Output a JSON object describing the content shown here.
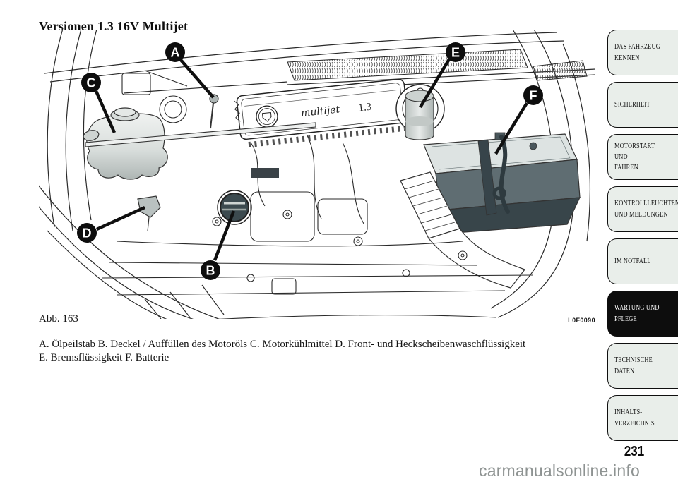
{
  "title": "Versionen 1.3 16V Multijet",
  "figure": {
    "caption": "Abb. 163",
    "code": "L0F0090",
    "legend": "A. Ölpeilstab B. Deckel / Auffüllen des Motoröls C. Motorkühlmittel D. Front- und Heckscheibenwaschflüssigkeit\nE. Bremsflüssigkeit F. Batterie",
    "engine_cover": {
      "script": "multijet",
      "displacement": "1.3"
    },
    "icons": {
      "lancia_badge": "circular Lancia shield emblem on engine cover",
      "callout_marker": "black disc with white capital letter"
    },
    "callouts": [
      {
        "letter": "A",
        "label": "Ölpeilstab"
      },
      {
        "letter": "B",
        "label": "Deckel / Auffüllen des Motoröls"
      },
      {
        "letter": "C",
        "label": "Motorkühlmittel"
      },
      {
        "letter": "D",
        "label": "Front- und Heckscheibenwaschflüssigkeit"
      },
      {
        "letter": "E",
        "label": "Bremsflüssigkeit"
      },
      {
        "letter": "F",
        "label": "Batterie"
      }
    ]
  },
  "sidebar": {
    "tabs": [
      {
        "label": "DAS FAHRZEUG\nKENNEN",
        "active": false
      },
      {
        "label": "SICHERHEIT",
        "active": false
      },
      {
        "label": "MOTORSTART UND\nFAHREN",
        "active": false
      },
      {
        "label": "KONTROLLLEUCHTEN\nUND MELDUNGEN",
        "active": false
      },
      {
        "label": "IM NOTFALL",
        "active": false
      },
      {
        "label": "WARTUNG UND\nPFLEGE",
        "active": true
      },
      {
        "label": "TECHNISCHE\nDATEN",
        "active": false
      },
      {
        "label": "INHALTS-\nVERZEICHNIS",
        "active": false
      }
    ]
  },
  "page_number": "231",
  "watermark": "carmanualsonline.info",
  "colors": {
    "tab_bg": "#e9eeea",
    "tab_active_bg": "#0d0d0d",
    "line": "#2a2a2a",
    "watermark": "#8e9392",
    "battery_side": "#5f6d72",
    "battery_dark": "#38454a",
    "tank_gray": "#d9dedc"
  }
}
